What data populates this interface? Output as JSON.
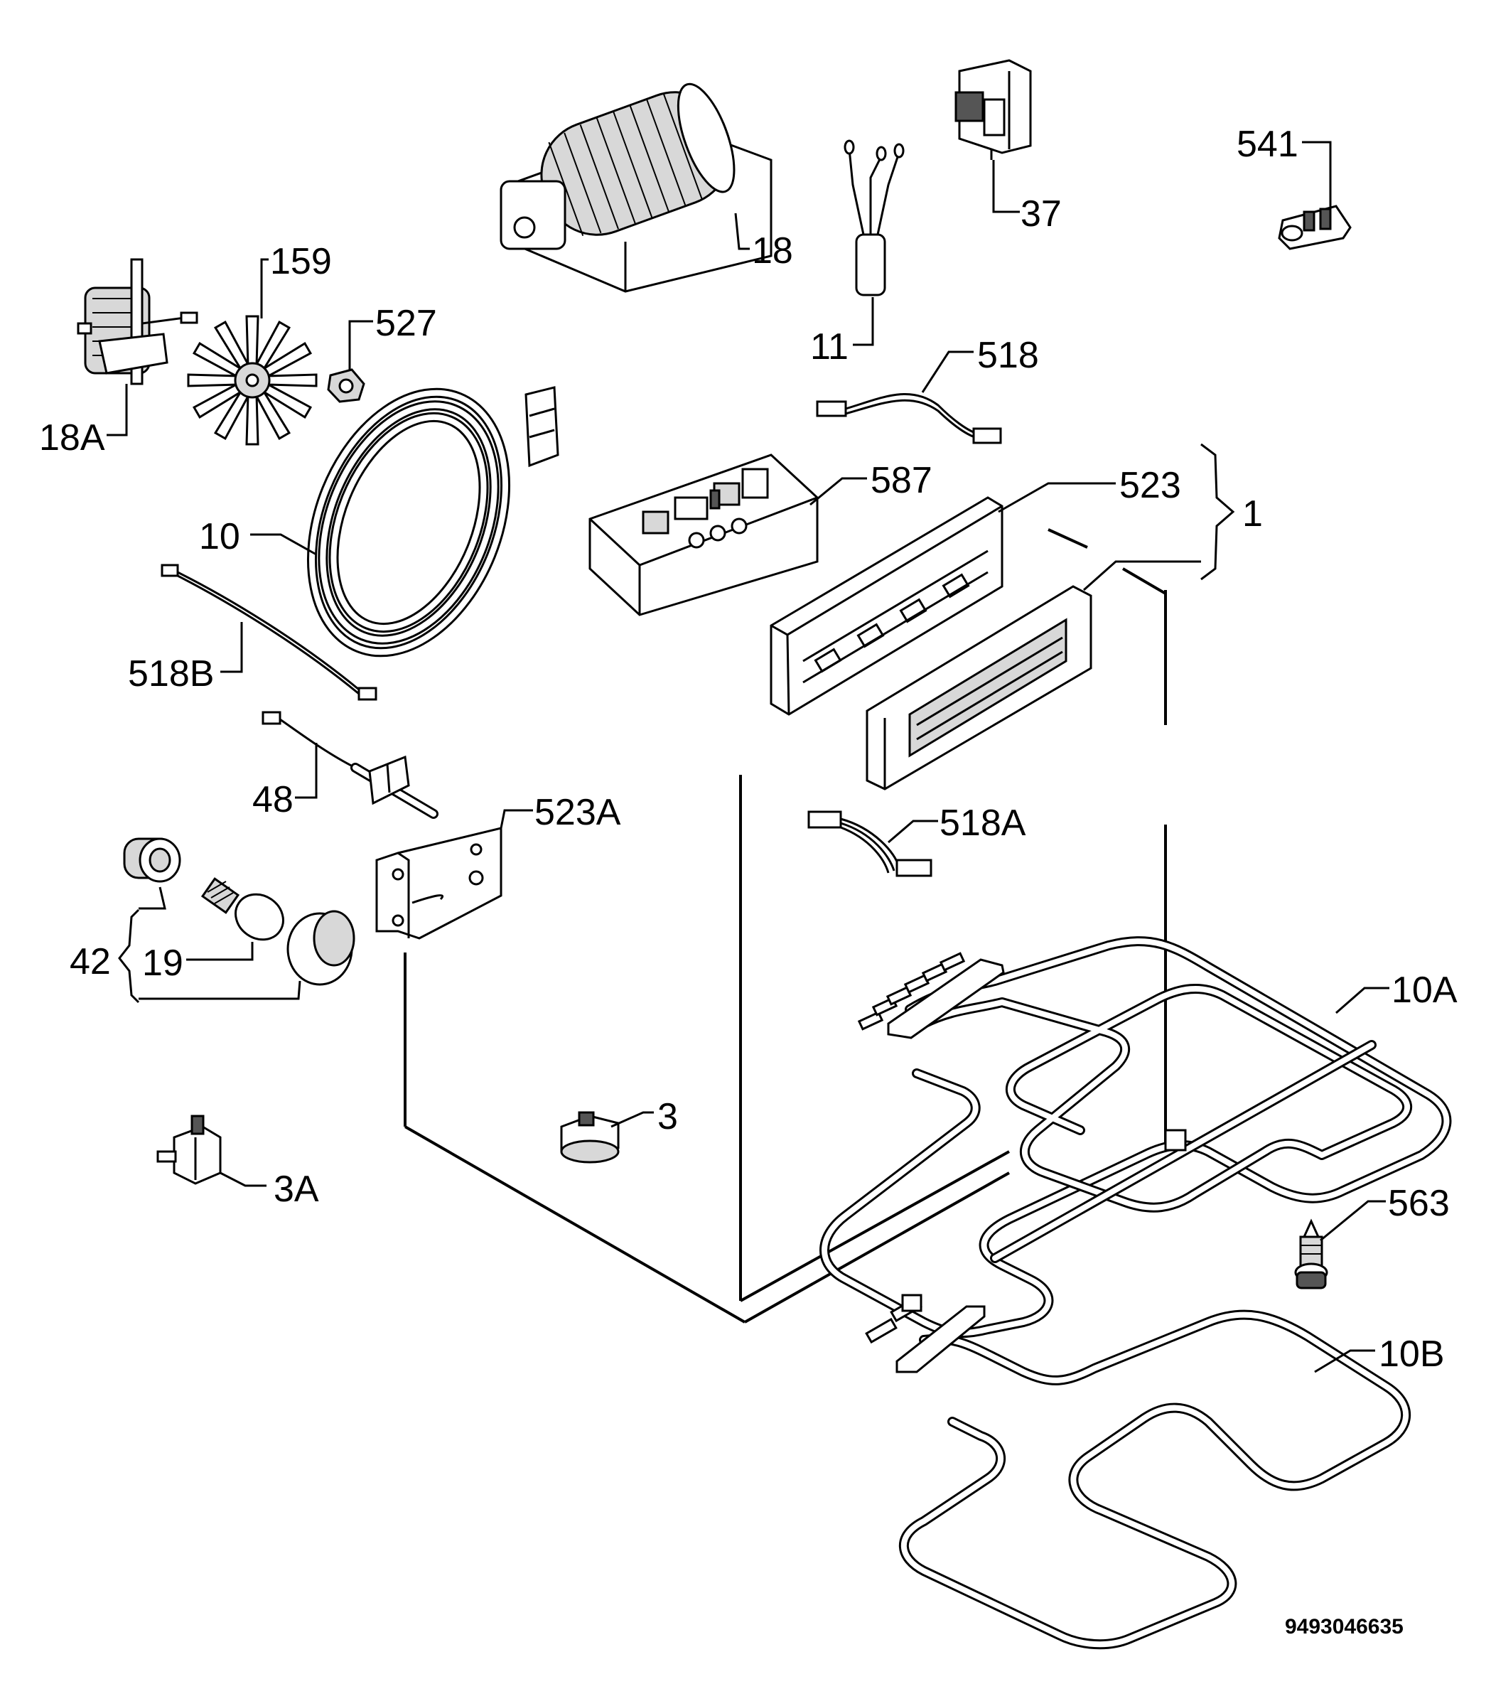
{
  "labels": {
    "p18": "18",
    "p37": "37",
    "p541": "541",
    "p159": "159",
    "p527": "527",
    "p18A": "18A",
    "p11": "11",
    "p518": "518",
    "p10": "10",
    "p587": "587",
    "p523": "523",
    "p1": "1",
    "p518B": "518B",
    "p48": "48",
    "p523A": "523A",
    "p518A": "518A",
    "p42": "42",
    "p19": "19",
    "p10A": "10A",
    "p3": "3",
    "p3A": "3A",
    "p563": "563",
    "p10B": "10B"
  },
  "diagram_code": "9493046635"
}
